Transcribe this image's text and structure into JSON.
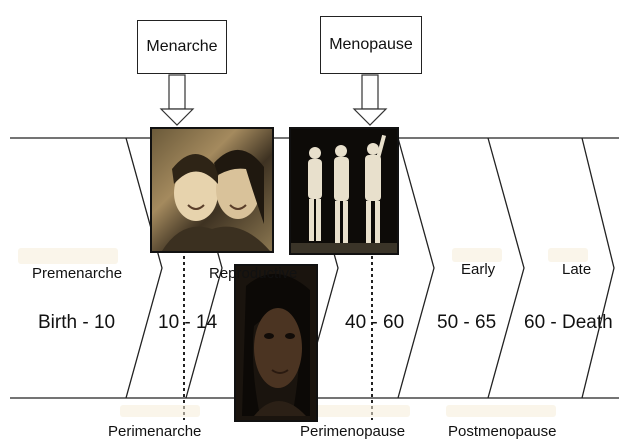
{
  "milestones": {
    "menarche": "Menarche",
    "menopause": "Menopause"
  },
  "stages": [
    {
      "name": "Premenarche",
      "range": "Birth - 10"
    },
    {
      "name": "",
      "range": "10 - 14"
    },
    {
      "name": "Reproductive",
      "range": ""
    },
    {
      "name": "",
      "range": "40 - 60"
    },
    {
      "name": "Early",
      "range": "50 - 65"
    },
    {
      "name": "Late",
      "range": "60 - Death"
    }
  ],
  "transitions": {
    "perimenarche": "Perimenarche",
    "perimenopause": "Perimenopause",
    "postmenopause": "Postmenopause"
  },
  "photos": [
    {
      "icon": "two-girls-photo"
    },
    {
      "icon": "three-women-photo"
    },
    {
      "icon": "woman-portrait-photo"
    }
  ],
  "colors": {
    "line": "#222222",
    "photo_frame": "#111111",
    "background": "#ffffff"
  }
}
